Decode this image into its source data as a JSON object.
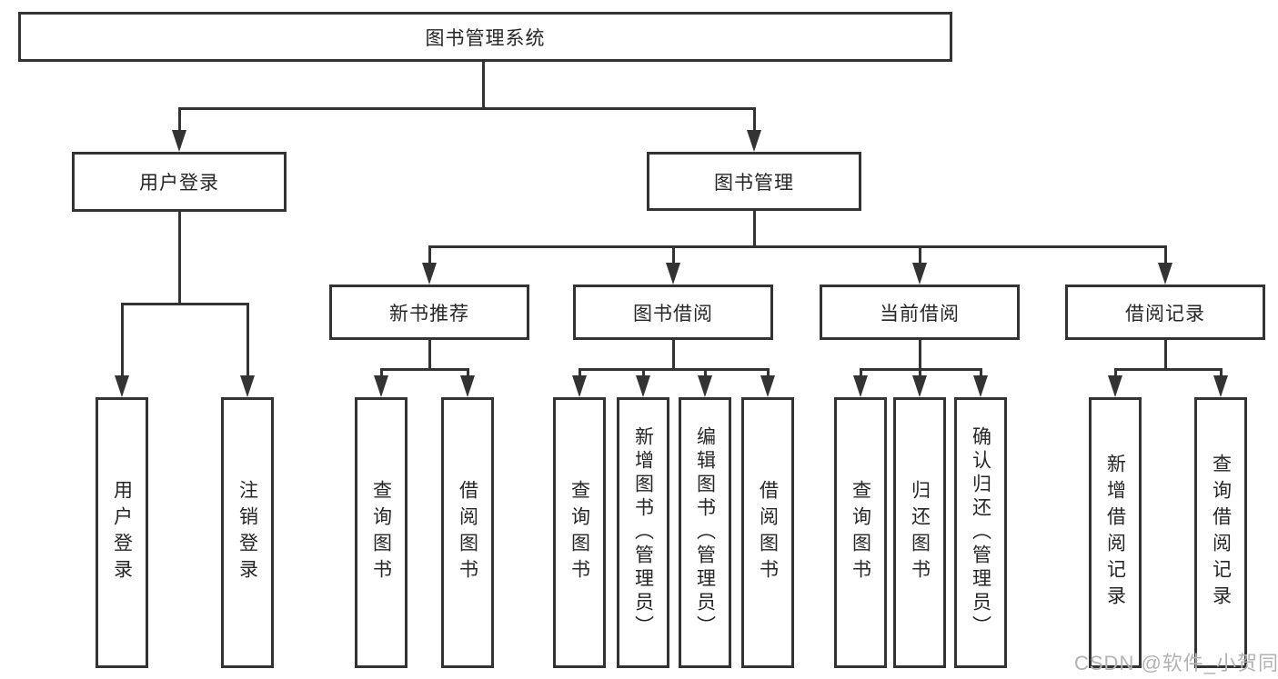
{
  "tree": {
    "label": "图书管理系统",
    "children": [
      {
        "label": "用户登录",
        "children": [
          {
            "label": "用户登录"
          },
          {
            "label": "注销登录"
          }
        ]
      },
      {
        "label": "图书管理",
        "children": [
          {
            "label": "新书推荐",
            "children": [
              {
                "label": "查询图书"
              },
              {
                "label": "借阅图书"
              }
            ]
          },
          {
            "label": "图书借阅",
            "children": [
              {
                "label": "查询图书"
              },
              {
                "label": "新增图书（管理员）"
              },
              {
                "label": "编辑图书（管理员）"
              },
              {
                "label": "借阅图书"
              }
            ]
          },
          {
            "label": "当前借阅",
            "children": [
              {
                "label": "查询图书"
              },
              {
                "label": "归还图书"
              },
              {
                "label": "确认归还（管理员）"
              }
            ]
          },
          {
            "label": "借阅记录",
            "children": [
              {
                "label": "新增借阅记录"
              },
              {
                "label": "查询借阅记录"
              }
            ]
          }
        ]
      }
    ]
  },
  "watermark": {
    "text": "CSDN @软件_小贺同学"
  },
  "colors": {
    "line": "#333333",
    "box_border": "#333333",
    "text": "#262626",
    "background": "#ffffff",
    "watermark": "#b3b3b3"
  }
}
